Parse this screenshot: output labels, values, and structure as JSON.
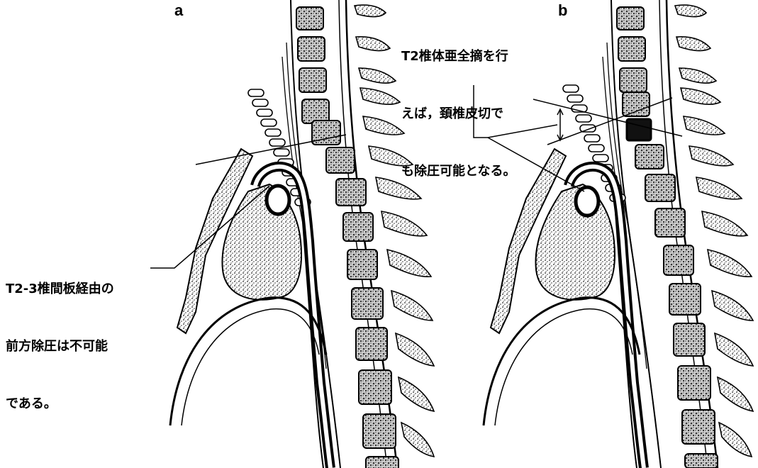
{
  "panels": [
    {
      "label": "a",
      "note_lines": [
        "T2-3椎間板経由の",
        "前方除圧は不可能",
        "である。"
      ]
    },
    {
      "label": "b",
      "note_lines": [
        "T2椎体亜全摘を行",
        "えば，頚椎皮切で",
        "も除圧可能となる。"
      ]
    }
  ]
}
